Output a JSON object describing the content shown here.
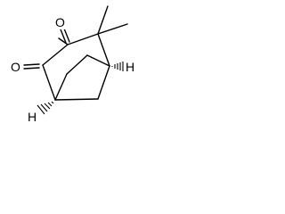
{
  "molecule": {
    "atoms": {
      "oxygen_top": "O",
      "oxygen_left": "O",
      "hydrogen_right": "H",
      "hydrogen_bottom": "H"
    },
    "colors": {
      "bond": "#000000",
      "background": "#ffffff"
    }
  }
}
